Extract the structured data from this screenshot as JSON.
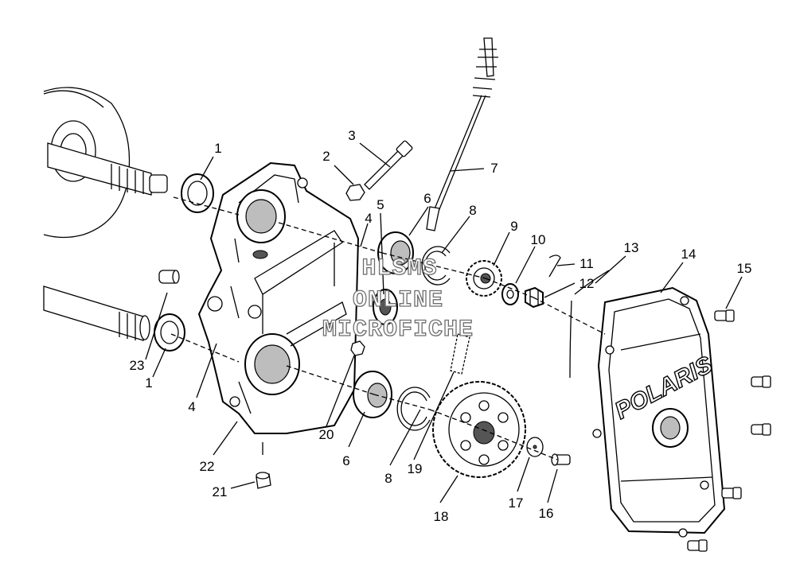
{
  "callouts": {
    "c1a": "1",
    "c1b": "1",
    "c2": "2",
    "c3": "3",
    "c4a": "4",
    "c4b": "4",
    "c5": "5",
    "c6a": "6",
    "c6b": "6",
    "c7": "7",
    "c8a": "8",
    "c8b": "8",
    "c9": "9",
    "c10": "10",
    "c11": "11",
    "c12": "12",
    "c13": "13",
    "c14": "14",
    "c15": "15",
    "c16": "16",
    "c17": "17",
    "c18": "18",
    "c19": "19",
    "c20": "20",
    "c21": "21",
    "c22": "22",
    "c23": "23"
  },
  "watermark": {
    "line1": "HLSMS",
    "line2": "ONLINE",
    "line3": "MICROFICHE"
  },
  "cover_logo": "POLARIS"
}
